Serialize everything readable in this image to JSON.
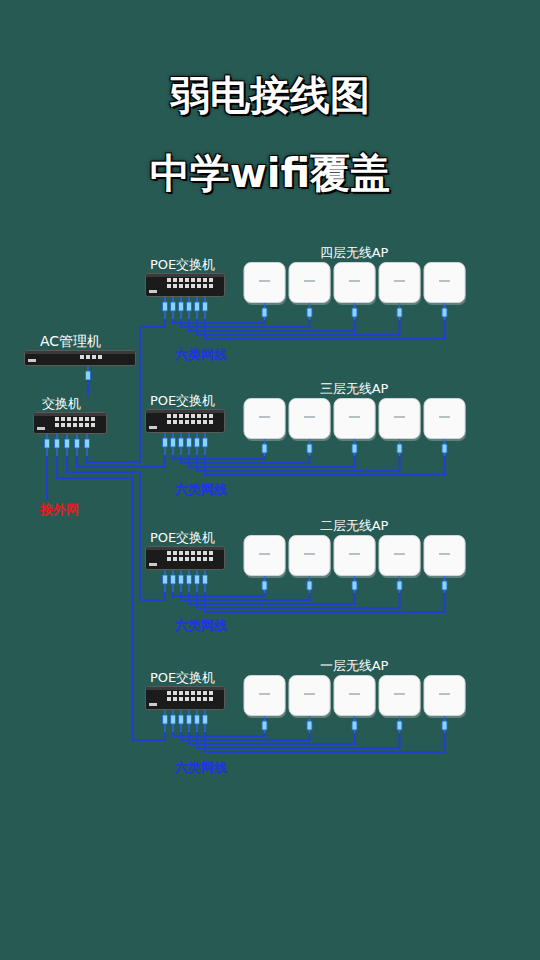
{
  "diagram": {
    "title": "弱电接线图 中学wifi覆盖",
    "nodes": [
      {
        "text": [
          "AC管理机"
        ]
      },
      {
        "text": [
          "交换机"
        ]
      },
      {
        "text": [
          "POE交换机"
        ]
      },
      {
        "text": [
          "四层无线AP"
        ]
      },
      {
        "text": [
          "POE交换机"
        ]
      },
      {
        "text": [
          "三层无线AP"
        ]
      },
      {
        "text": [
          "POE交换机"
        ]
      },
      {
        "text": [
          "二层无线AP"
        ]
      },
      {
        "text": [
          "POE交换机"
        ]
      },
      {
        "text": [
          "一层无线AP"
        ]
      }
    ],
    "edges": [
      {
        "from": 0,
        "to": 1,
        "arrow": "none"
      },
      {
        "from": 1,
        "to": 2,
        "arrow": "none"
      },
      {
        "from": 1,
        "to": 4,
        "arrow": "none"
      },
      {
        "from": 1,
        "to": 6,
        "arrow": "none"
      },
      {
        "from": 1,
        "to": 8,
        "arrow": "none"
      },
      {
        "from": 2,
        "to": 3,
        "arrow": "none"
      },
      {
        "from": 4,
        "to": 5,
        "arrow": "none"
      },
      {
        "from": 6,
        "to": 7,
        "arrow": "none"
      },
      {
        "from": 8,
        "to": 9,
        "arrow": "none"
      }
    ],
    "labels": [
      "六类网线",
      "六类网线",
      "六类网线",
      "六类网线",
      "接外网"
    ]
  }
}
